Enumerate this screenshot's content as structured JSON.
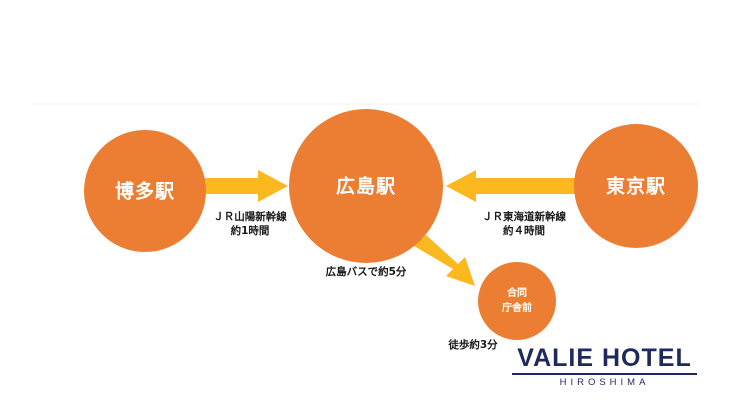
{
  "colors": {
    "station": "#ec7e33",
    "arrow": "#fbb91f",
    "label": "#1a1a1a",
    "brand": "#1f2a5c"
  },
  "stations": {
    "hakata": "博多駅",
    "hiroshima": "広島駅",
    "tokyo": "東京駅",
    "godo": "合同\n庁舎前"
  },
  "routes": {
    "sanyo": {
      "line": "ＪＲ山陽新幹線",
      "time": "約1時間"
    },
    "tokaido": {
      "line": "ＪＲ東海道新幹線",
      "time": "約４時間"
    },
    "bus": {
      "line": "広島バスで約5分"
    },
    "walk": {
      "line": "徒歩約3分"
    }
  },
  "hotel": {
    "name": "VALIE HOTEL",
    "city": "HIROSHIMA"
  }
}
